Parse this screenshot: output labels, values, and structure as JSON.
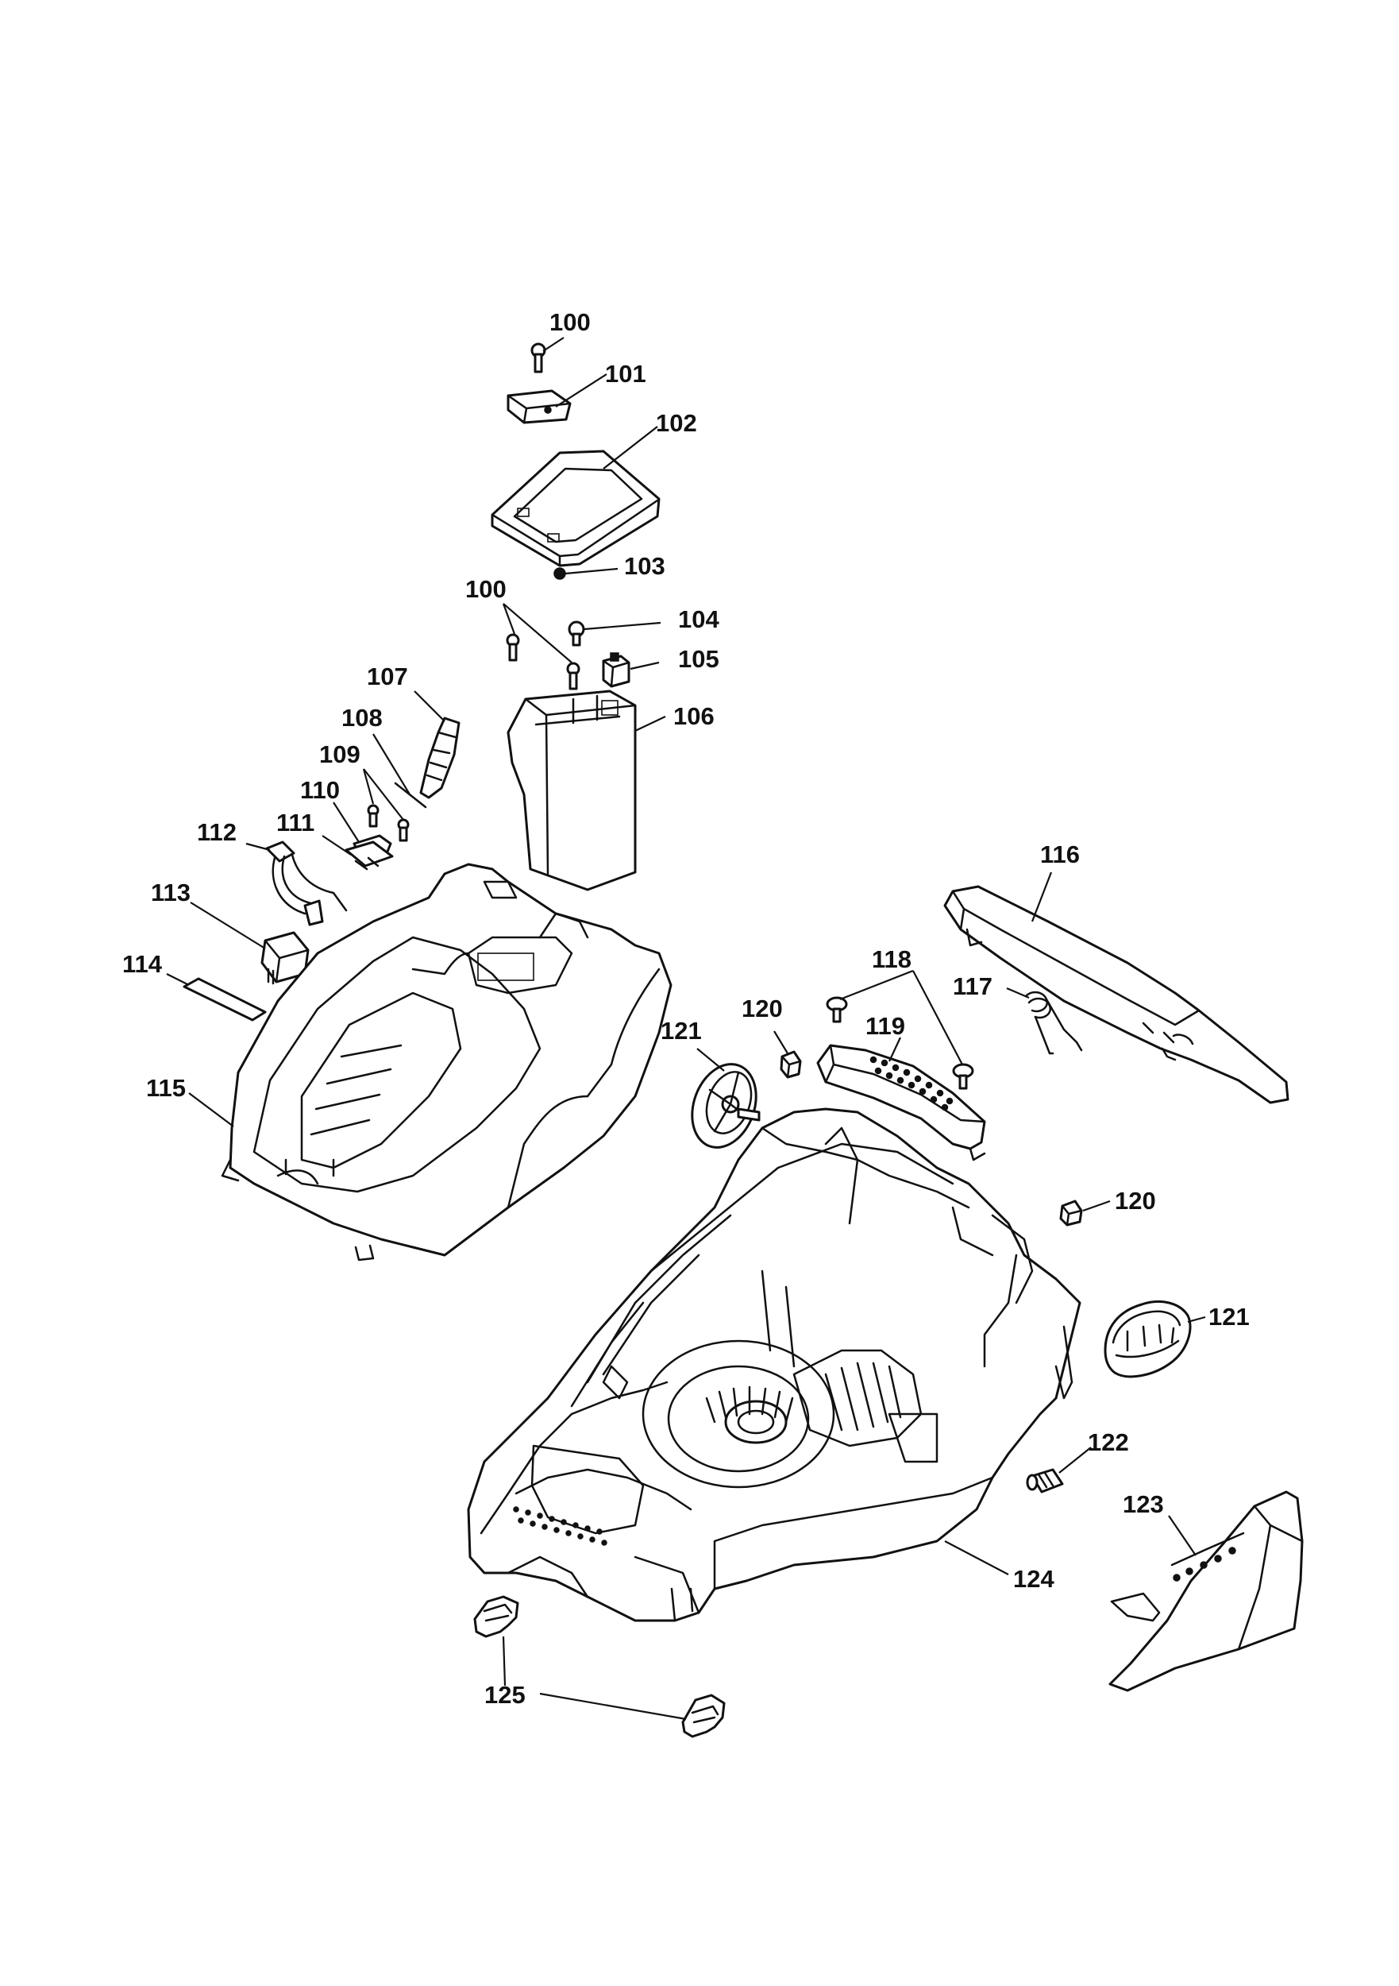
{
  "diagram": {
    "callouts": [
      {
        "id": "c100a",
        "label": "100"
      },
      {
        "id": "c101",
        "label": "101"
      },
      {
        "id": "c102",
        "label": "102"
      },
      {
        "id": "c103",
        "label": "103"
      },
      {
        "id": "c100b",
        "label": "100"
      },
      {
        "id": "c104",
        "label": "104"
      },
      {
        "id": "c105",
        "label": "105"
      },
      {
        "id": "c106",
        "label": "106"
      },
      {
        "id": "c107",
        "label": "107"
      },
      {
        "id": "c108",
        "label": "108"
      },
      {
        "id": "c109",
        "label": "109"
      },
      {
        "id": "c110",
        "label": "110"
      },
      {
        "id": "c111",
        "label": "111"
      },
      {
        "id": "c112",
        "label": "112"
      },
      {
        "id": "c113",
        "label": "113"
      },
      {
        "id": "c114",
        "label": "114"
      },
      {
        "id": "c115",
        "label": "115"
      },
      {
        "id": "c116",
        "label": "116"
      },
      {
        "id": "c117",
        "label": "117"
      },
      {
        "id": "c118",
        "label": "118"
      },
      {
        "id": "c119",
        "label": "119"
      },
      {
        "id": "c120a",
        "label": "120"
      },
      {
        "id": "c120b",
        "label": "120"
      },
      {
        "id": "c121a",
        "label": "121"
      },
      {
        "id": "c121b",
        "label": "121"
      },
      {
        "id": "c122",
        "label": "122"
      },
      {
        "id": "c123",
        "label": "123"
      },
      {
        "id": "c124",
        "label": "124"
      },
      {
        "id": "c125",
        "label": "125"
      }
    ]
  }
}
